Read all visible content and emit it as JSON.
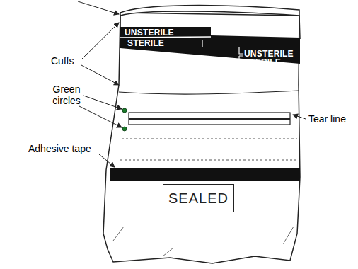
{
  "diagram": {
    "nodes": [
      {
        "text": [
          "SEALED"
        ]
      }
    ],
    "labels": [
      "Cuffs",
      "Green circles",
      "Adhesive tape",
      "Tear line",
      "UNSTERILE",
      "STERILE",
      "UNSTERILE",
      "STERILE"
    ]
  }
}
